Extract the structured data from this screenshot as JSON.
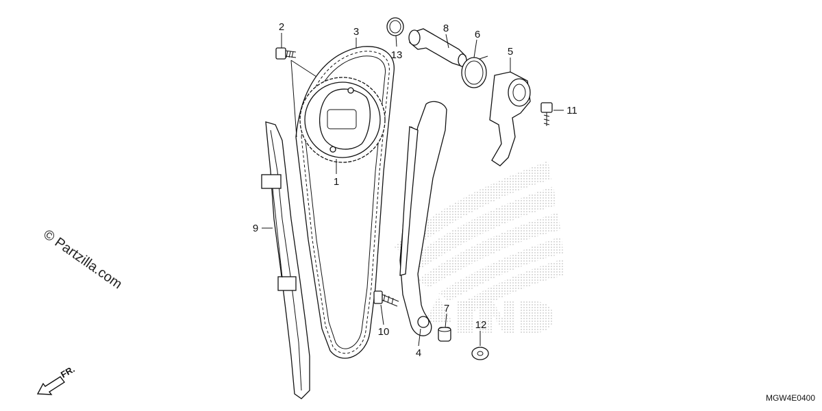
{
  "callouts": {
    "c1": "1",
    "c2": "2",
    "c3": "3",
    "c4": "4",
    "c5": "5",
    "c6": "6",
    "c7": "7",
    "c8": "8",
    "c9": "9",
    "c10": "10",
    "c11": "11",
    "c12": "12",
    "c13": "13"
  },
  "watermark": "© Partzilla.com",
  "diagram_code": "MGW4E0400",
  "direction_label": "FR.",
  "icons": {
    "direction_arrow": "arrow-down-left-icon",
    "brand_logo": "wing-logo-icon"
  }
}
